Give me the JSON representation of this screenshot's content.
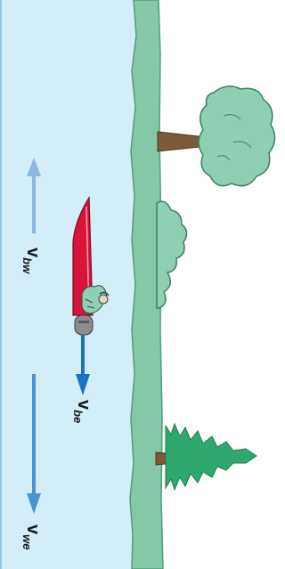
{
  "labels": {
    "bw": {
      "main": "v",
      "sub": "bw"
    },
    "be": {
      "main": "v",
      "sub": "be"
    },
    "we": {
      "main": "v",
      "sub": "we"
    }
  },
  "colors": {
    "water": "#d3edf9",
    "water_edge": "#8ccde6",
    "bank": "#84c8a8",
    "bank_edge": "#4f9f7a",
    "tree_foliage": "#8fcfb4",
    "pine": "#2fa86f",
    "trunk": "#7a5a3a",
    "boat": "#d8143a",
    "arrow_bw": "#8bb7e0",
    "arrow_be": "#1a72c4",
    "arrow_we": "#4a93d4"
  }
}
